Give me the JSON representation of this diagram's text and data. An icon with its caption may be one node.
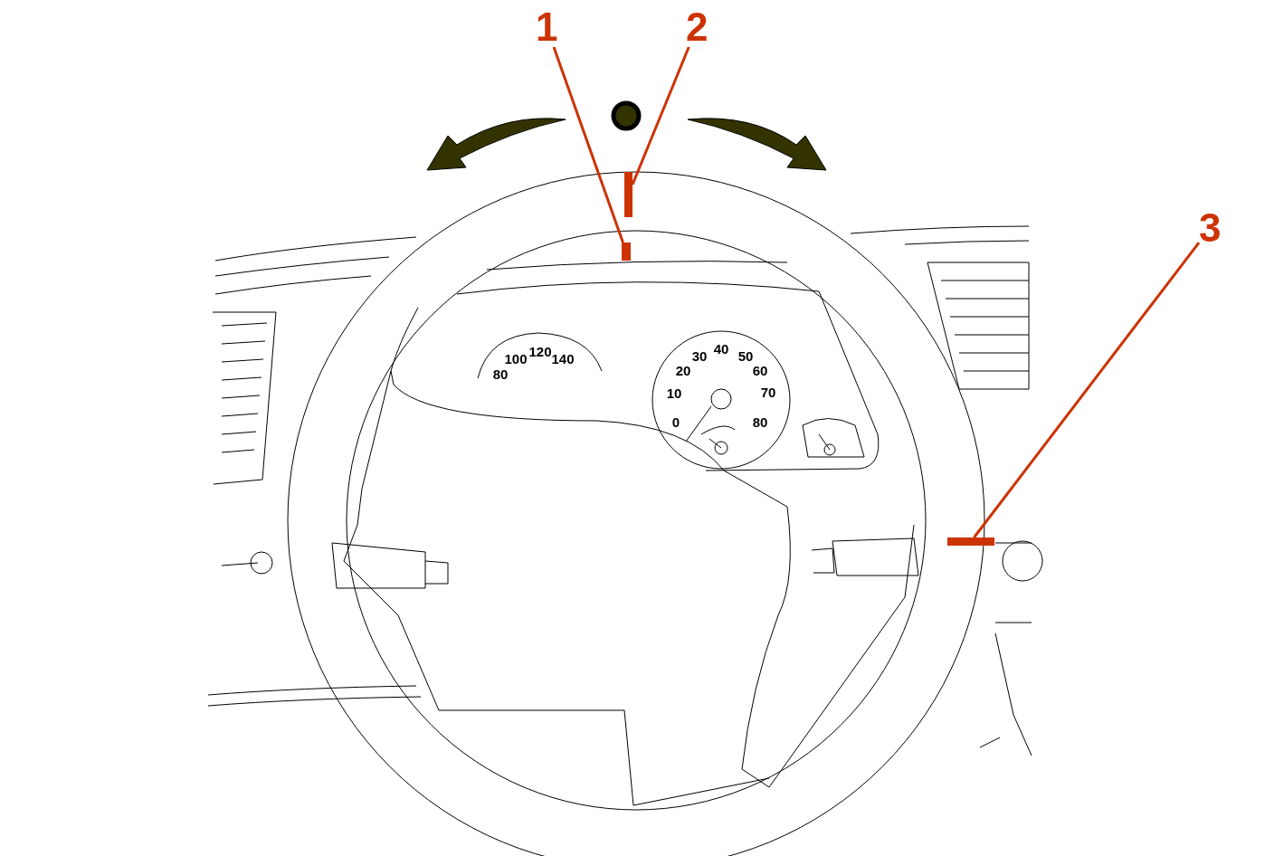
{
  "diagram": {
    "nodes": [
      {
        "text": [
          "1"
        ]
      },
      {
        "text": [
          "2"
        ]
      },
      {
        "text": [
          "3"
        ]
      },
      {
        "text": [],
        "shape": "bar"
      },
      {
        "text": [],
        "shape": "bar"
      },
      {
        "text": [],
        "shape": "bar"
      }
    ],
    "edges": [
      {
        "from": 0,
        "to": 3,
        "arrow": "none"
      },
      {
        "from": 1,
        "to": 4,
        "arrow": "none"
      },
      {
        "from": 2,
        "to": 5,
        "arrow": "none"
      }
    ],
    "labels": [
      "100",
      "120",
      "140",
      "80",
      "40",
      "30",
      "50",
      "20",
      "60",
      "10",
      "70",
      "0",
      "80"
    ]
  }
}
